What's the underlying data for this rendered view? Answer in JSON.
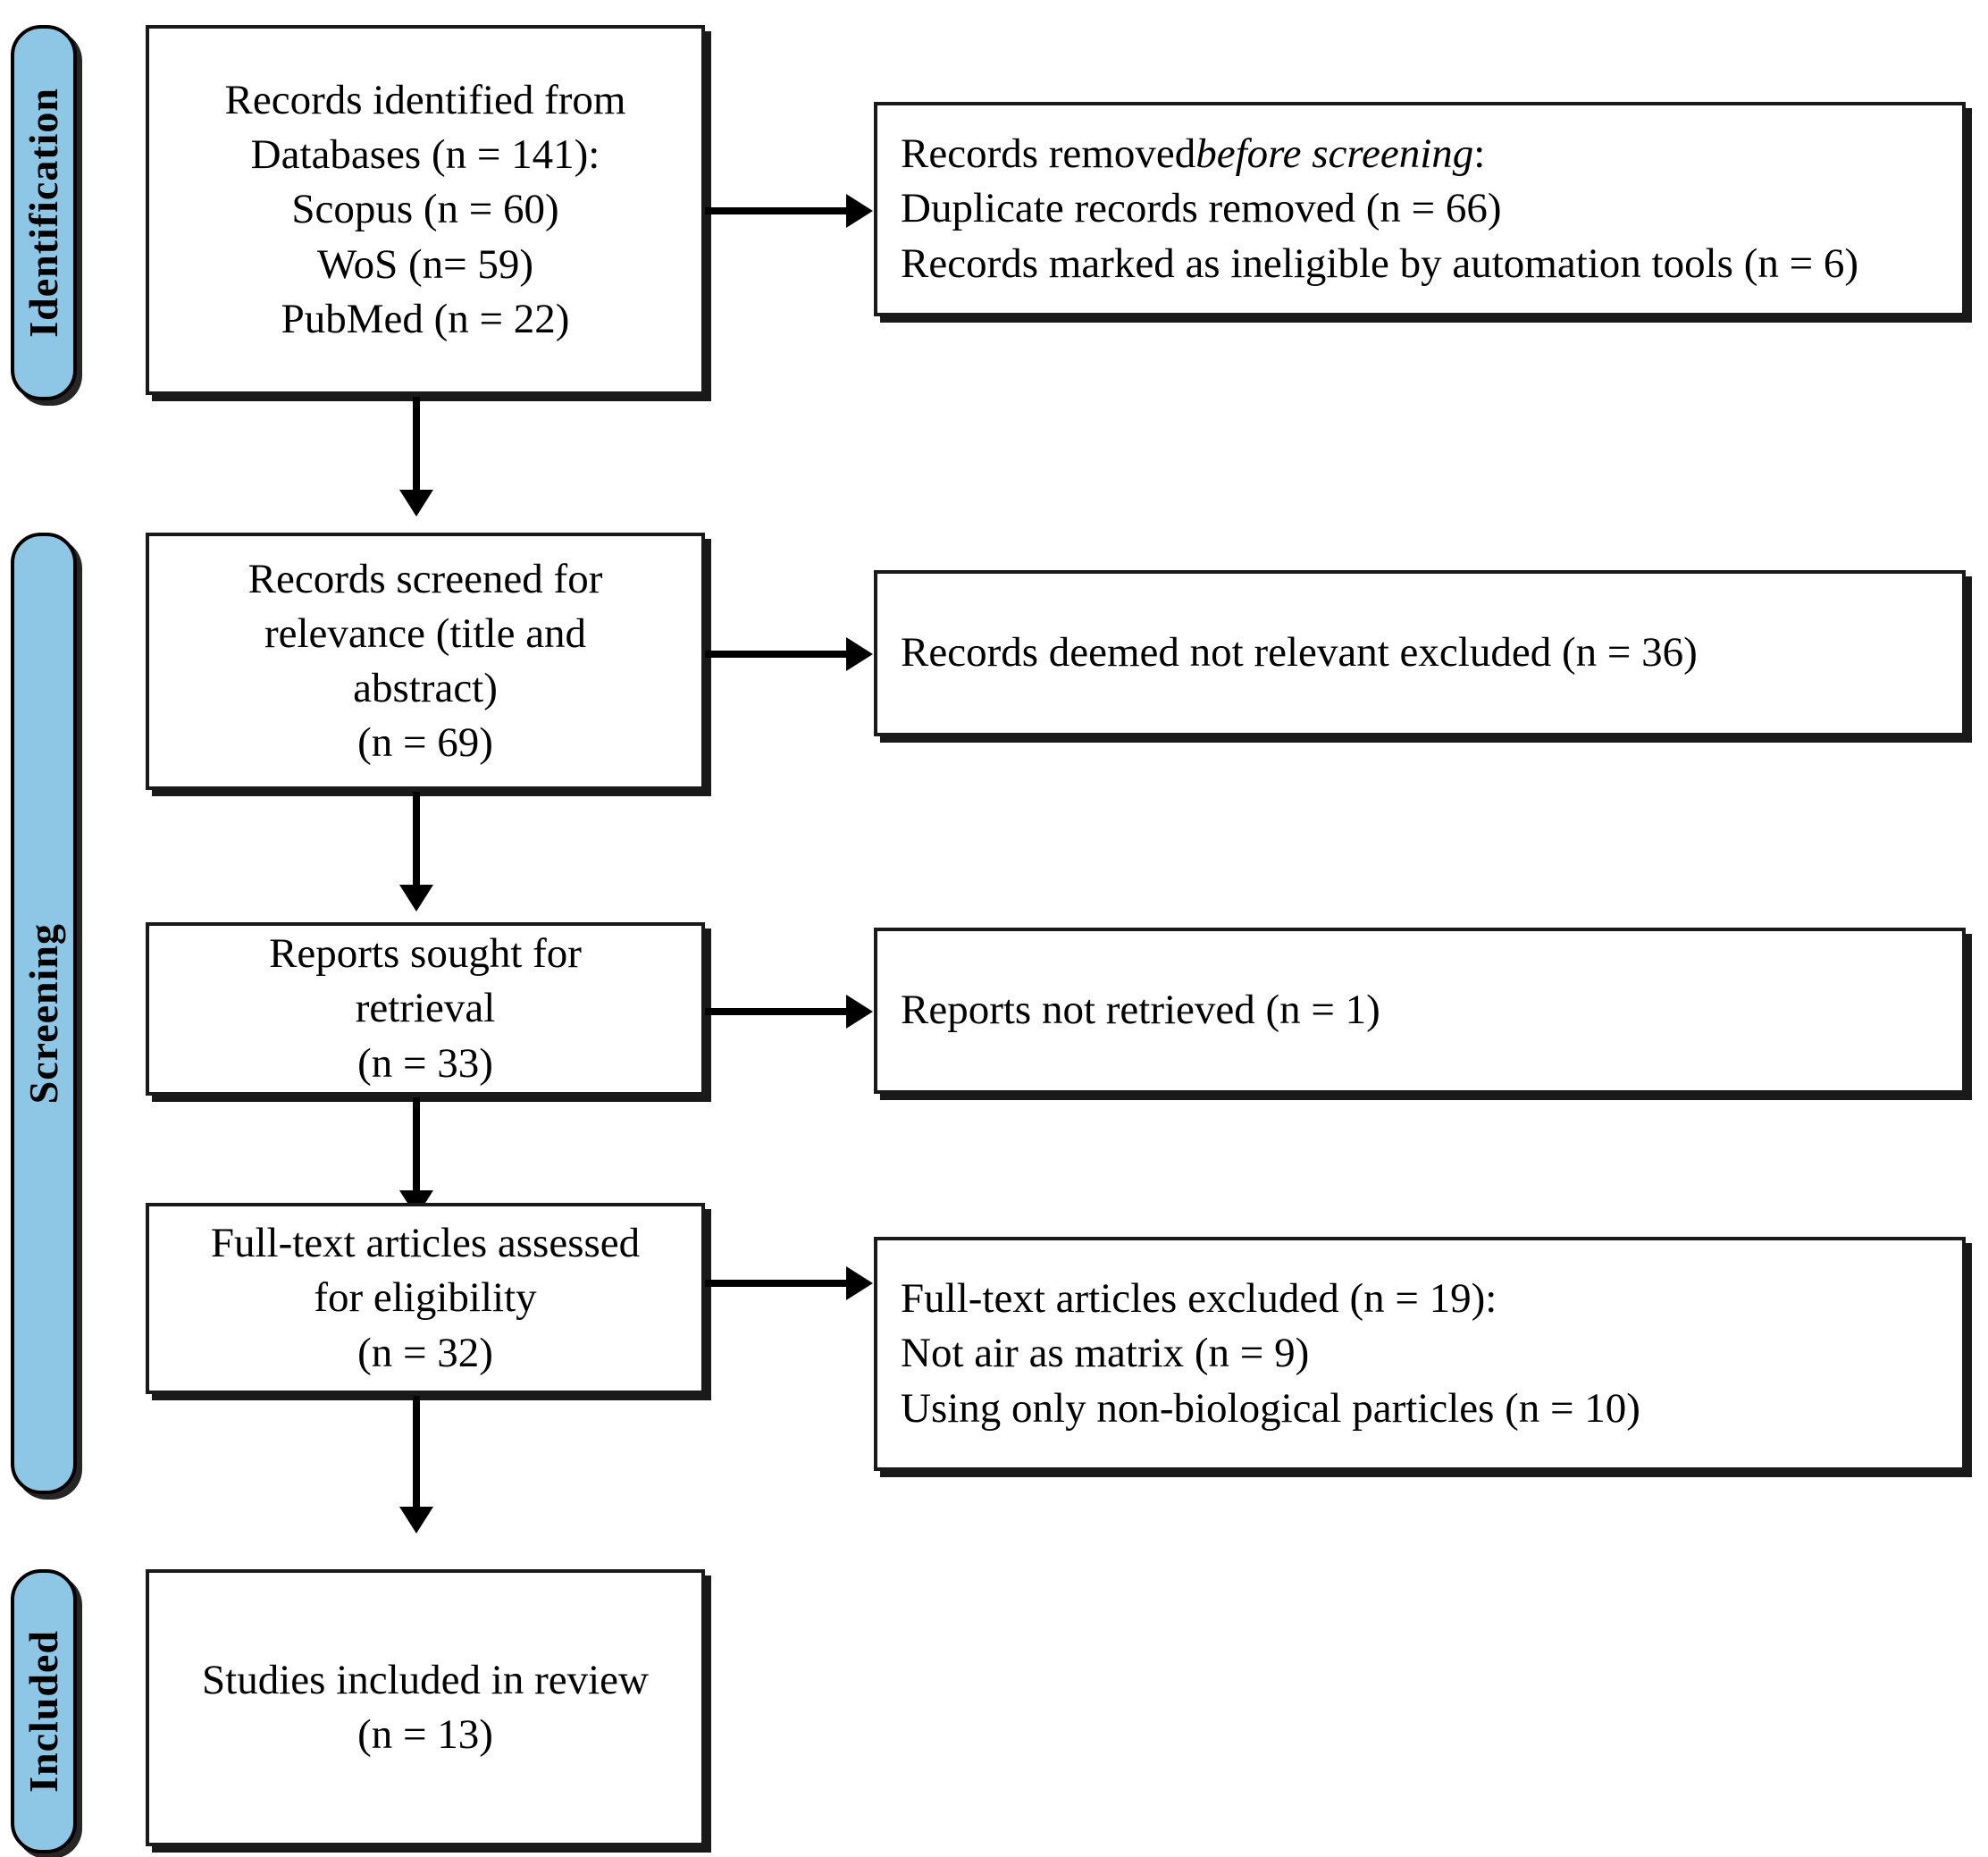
{
  "diagram": {
    "title": "PRISMA 2020 flow diagram",
    "accent_color": "#8EC6E6",
    "line_color": "#000000",
    "box_fill": "#FFFFFF"
  },
  "stages": [
    {
      "id": "identification",
      "label": "Identification"
    },
    {
      "id": "screening",
      "label": "Screening"
    },
    {
      "id": "included",
      "label": "Included"
    }
  ],
  "boxes": {
    "identified": {
      "name": "records-identified-box",
      "align": "center",
      "lines": [
        "Records identified from",
        "Databases (n = 141):",
        "Scopus (n = 60)",
        "WoS (n= 59)",
        "PubMed (n = 22)"
      ]
    },
    "removed_before_screening": {
      "name": "records-removed-box",
      "align": "left",
      "lines": [
        "Records removed<i>before screening</i>:",
        "Duplicate records removed (n = 66)",
        "Records marked as ineligible by automation tools (n = 6)"
      ]
    },
    "screened": {
      "name": "records-screened-box",
      "align": "center",
      "lines": [
        "Records screened for",
        "relevance (title and",
        "abstract)",
        "(n = 69)"
      ]
    },
    "not_relevant_excluded": {
      "name": "records-excluded-box",
      "align": "left",
      "lines": [
        "Records deemed not relevant excluded (n = 36)"
      ]
    },
    "reports_sought": {
      "name": "reports-sought-box",
      "align": "center",
      "lines": [
        "Reports sought for",
        "retrieval",
        "(n = 33)"
      ]
    },
    "reports_not_retrieved": {
      "name": "reports-not-retrieved-box",
      "align": "left",
      "lines": [
        "Reports not retrieved (n = 1)"
      ]
    },
    "fulltext_assessed": {
      "name": "fulltext-assessed-box",
      "align": "center",
      "lines": [
        "Full-text articles assessed",
        "for eligibility",
        "(n = 32)"
      ]
    },
    "fulltext_excluded": {
      "name": "fulltext-excluded-box",
      "align": "left",
      "lines": [
        "Full-text articles excluded (n = 19):",
        "Not air as matrix (n = 9)",
        "Using only non-biological particles (n = 10)"
      ]
    },
    "included_studies": {
      "name": "studies-included-box",
      "align": "center",
      "lines": [
        "Studies included in review",
        "(n = 13)"
      ]
    }
  },
  "chart_data": {
    "type": "diagram",
    "title": "PRISMA flow of information through the review",
    "nodes": [
      {
        "id": "identified",
        "stage": "Identification",
        "n": 141,
        "detail": {
          "Scopus": 60,
          "WoS": 59,
          "PubMed": 22
        }
      },
      {
        "id": "removed_before_screening",
        "stage": "Identification",
        "detail": {
          "Duplicate records removed": 66,
          "Records marked as ineligible by automation tools": 6
        }
      },
      {
        "id": "screened",
        "stage": "Screening",
        "n": 69
      },
      {
        "id": "not_relevant_excluded",
        "stage": "Screening",
        "n": 36
      },
      {
        "id": "reports_sought",
        "stage": "Screening",
        "n": 33
      },
      {
        "id": "reports_not_retrieved",
        "stage": "Screening",
        "n": 1
      },
      {
        "id": "fulltext_assessed",
        "stage": "Screening",
        "n": 32
      },
      {
        "id": "fulltext_excluded",
        "stage": "Screening",
        "n": 19,
        "detail": {
          "Not air as matrix": 9,
          "Using only non-biological particles": 10
        }
      },
      {
        "id": "included_studies",
        "stage": "Included",
        "n": 13
      }
    ],
    "edges": [
      {
        "from": "identified",
        "to": "removed_before_screening",
        "direction": "right"
      },
      {
        "from": "identified",
        "to": "screened",
        "direction": "down"
      },
      {
        "from": "screened",
        "to": "not_relevant_excluded",
        "direction": "right"
      },
      {
        "from": "screened",
        "to": "reports_sought",
        "direction": "down"
      },
      {
        "from": "reports_sought",
        "to": "reports_not_retrieved",
        "direction": "right"
      },
      {
        "from": "reports_sought",
        "to": "fulltext_assessed",
        "direction": "down"
      },
      {
        "from": "fulltext_assessed",
        "to": "fulltext_excluded",
        "direction": "right"
      },
      {
        "from": "fulltext_assessed",
        "to": "included_studies",
        "direction": "down"
      }
    ]
  }
}
